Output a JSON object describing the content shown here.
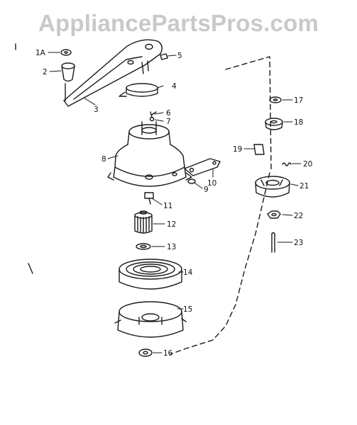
{
  "watermark": "AppliancePartsPros.com",
  "colors": {
    "ink": "#1a1a1a",
    "watermark": "#c9c9c9",
    "background": "#ffffff"
  },
  "callouts": {
    "p1A": "1A",
    "p2": "2",
    "p3": "3",
    "p4": "4",
    "p5": "5",
    "p6": "6",
    "p7": "7",
    "p8": "8",
    "p9": "9",
    "p10": "10",
    "p11": "11",
    "p12": "12",
    "p13": "13",
    "p14": "14",
    "p15": "15",
    "p16": "16",
    "p17": "17",
    "p18": "18",
    "p19": "19",
    "p20": "20",
    "p21": "21",
    "p22": "22",
    "p23": "23"
  }
}
